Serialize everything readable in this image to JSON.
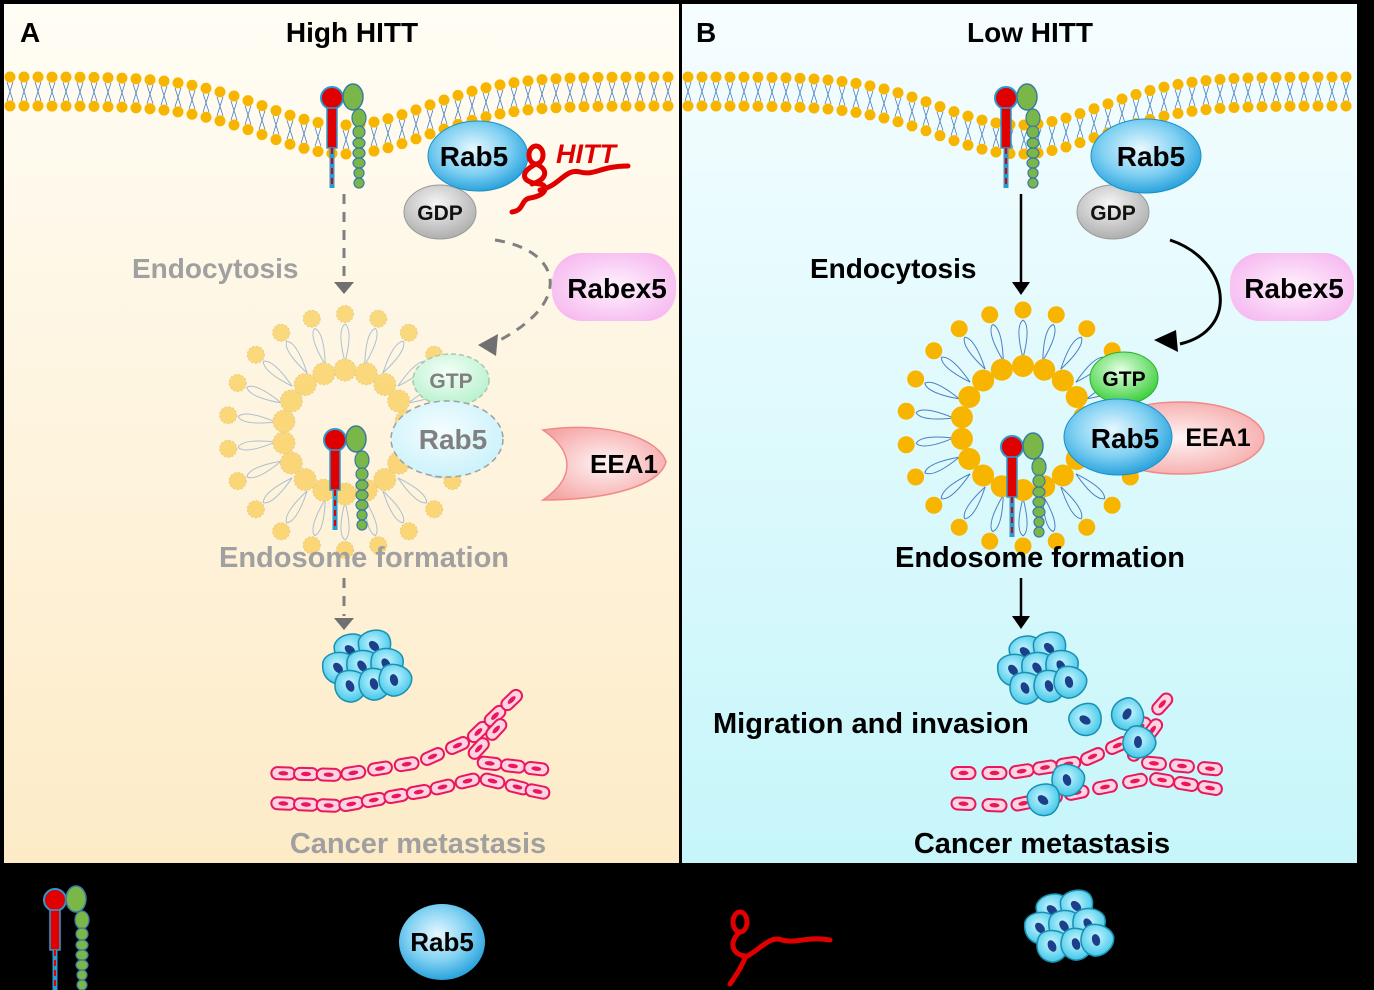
{
  "panels": [
    {
      "letter": "A",
      "title": "High HITT",
      "rab5_top": "Rab5",
      "hitt": "HITT",
      "gdp": "GDP",
      "endocytosis": "Endocytosis",
      "rabex5": "Rabex5",
      "gtp": "GTP",
      "rab5_endo": "Rab5",
      "eea1": "EEA1",
      "endosome_formation": "Endosome formation",
      "cancer_metastasis": "Cancer metastasis"
    },
    {
      "letter": "B",
      "title": "Low HITT",
      "rab5_top": "Rab5",
      "gdp": "GDP",
      "endocytosis": "Endocytosis",
      "rabex5": "Rabex5",
      "gtp": "GTP",
      "rab5_endo": "Rab5",
      "eea1": "EEA1",
      "endosome_formation": "Endosome formation",
      "migration": "Migration and invasion",
      "cancer_metastasis": "Cancer metastasis"
    }
  ],
  "legend": {
    "rab5": "Rab5"
  },
  "colors": {
    "lipid": "#f7b500",
    "tail": "#4a7fc0",
    "rab5": "#29a9e0",
    "gdp": "#b8b8b8",
    "gtp": "#3fd43f",
    "rabex5": "#f6b8f0",
    "eea1": "#f6a0a0",
    "hitt": "#e00000",
    "receptor_red": "#e00000",
    "receptor_green": "#7ab648",
    "cell": "#38c6e8",
    "vessel": "#e8185c",
    "panelA_top": "#fffdf5",
    "panelA_bottom": "#fdebc7",
    "panelB_top": "#f4fdff",
    "panelB_bottom": "#c8f6fa"
  }
}
